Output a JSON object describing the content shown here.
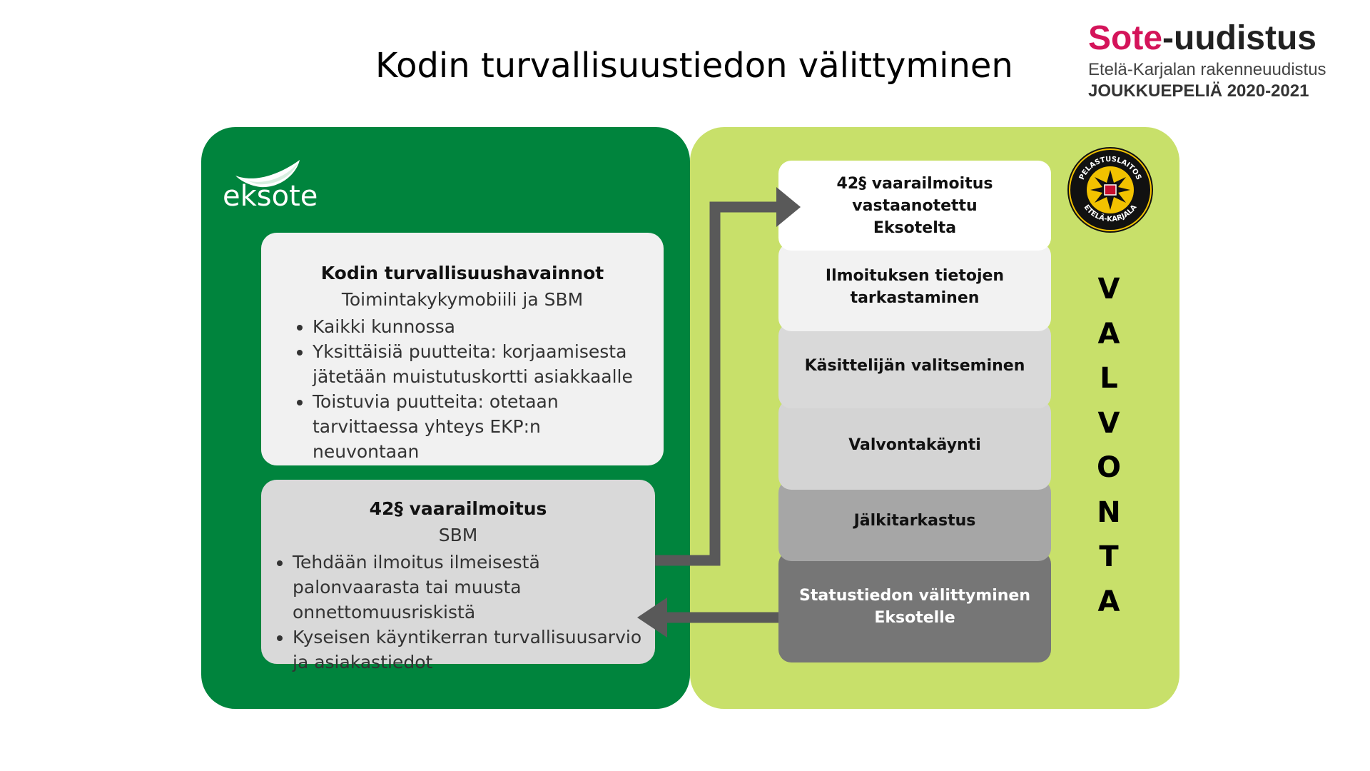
{
  "title": "Kodin turvallisuustiedon välittyminen",
  "sote": {
    "logo_pink": "Sote",
    "logo_dark": "-uudistus",
    "subtitle": "Etelä-Karjalan rakenneuudistus",
    "subtitle2": "JOUKKUEPELIÄ 2020-2021"
  },
  "eksote": {
    "logo_text": "eksote"
  },
  "pelastuslaitos": {
    "ring_top": "PELASTUSLAITOS",
    "ring_bottom": "ETELÄ-KARJALA"
  },
  "box1": {
    "title": "Kodin turvallisuushavainnot",
    "subtitle": "Toimintakykymobiili ja SBM",
    "items": [
      "Kaikki kunnossa",
      "Yksittäisiä puutteita: korjaamisesta jätetään muistutuskortti asiakkaalle",
      "Toistuvia puutteita: otetaan tarvittaessa yhteys EKP:n neuvontaan"
    ]
  },
  "box2": {
    "title": "42§ vaarailmoitus",
    "subtitle": "SBM",
    "items": [
      "Tehdään ilmoitus ilmeisestä palonvaarasta tai muusta onnettomuusriskistä",
      "Kyseisen käyntikerran turvallisuusarvio ja asiakastiedot"
    ]
  },
  "steps": [
    "42§ vaarailmoitus vastaanotettu Eksotelta",
    "Ilmoituksen tietojen tarkastaminen",
    "Käsittelijän valitseminen",
    "Valvontakäynti",
    "Jälkitarkastus",
    "Statustiedon välittyminen Eksotelle"
  ],
  "valvonta_letters": [
    "V",
    "A",
    "L",
    "V",
    "O",
    "N",
    "T",
    "A"
  ],
  "colors": {
    "left_panel": "#00843d",
    "right_panel": "#c8e06a",
    "sote_pink": "#d4145a",
    "arrow": "#595959"
  }
}
